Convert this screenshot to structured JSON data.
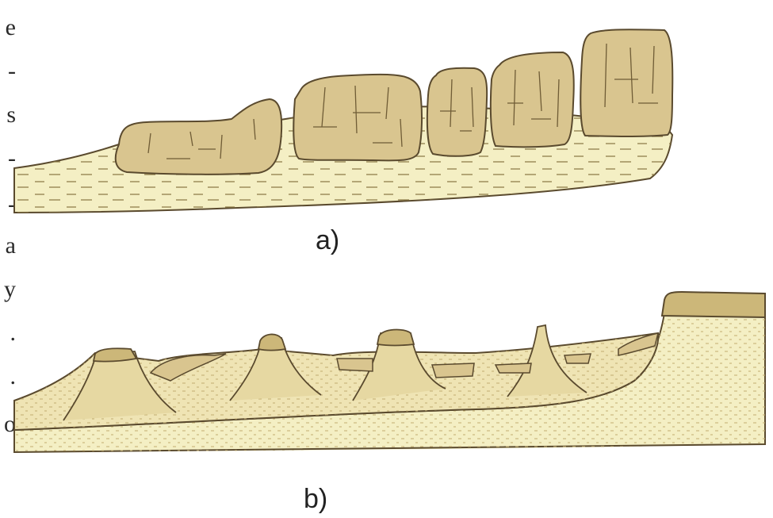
{
  "margin_text": [
    "e",
    "-",
    "s",
    "-",
    "-",
    "a",
    "y",
    ".",
    ".",
    "o"
  ],
  "panel_a": {
    "label": "a)"
  },
  "panel_b": {
    "label": "b)"
  },
  "colors": {
    "sand": "#f4efc4",
    "sand_dark": "#eadfa8",
    "rock": "#d9c58f",
    "rock_cap": "#ccb779",
    "outline": "#5a4a2e",
    "grain": "#b8a56b"
  }
}
